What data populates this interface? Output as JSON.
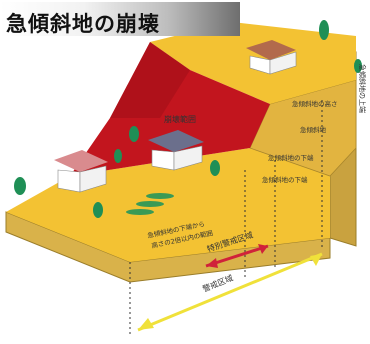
{
  "title": "急傾斜地の崩壊",
  "labels": {
    "collapse_area": "崩壊範囲",
    "slope_top_right": "急傾斜地の上端",
    "slope_label_a": "急傾斜地の高さ",
    "slope_label_b": "急傾斜地",
    "slope_label_c": "急傾斜地の下端",
    "slope_label_d": "急傾斜地の下端",
    "lower_left_a": "急傾斜地の下端から",
    "lower_left_b": "高さの2倍以内の範囲",
    "special_zone": "特別警戒区域",
    "warning_zone": "警戒区域"
  },
  "colors": {
    "collapse": "#c2151e",
    "ground": "#f3c233",
    "soil": "#d9b24a",
    "roof_gray": "#6b6f8c",
    "roof_pink": "#d98b8e",
    "roof_brown": "#b26a4c",
    "tree": "#1f8f56",
    "arrow_red": "#d0223a",
    "arrow_yellow": "#f0e13a"
  }
}
